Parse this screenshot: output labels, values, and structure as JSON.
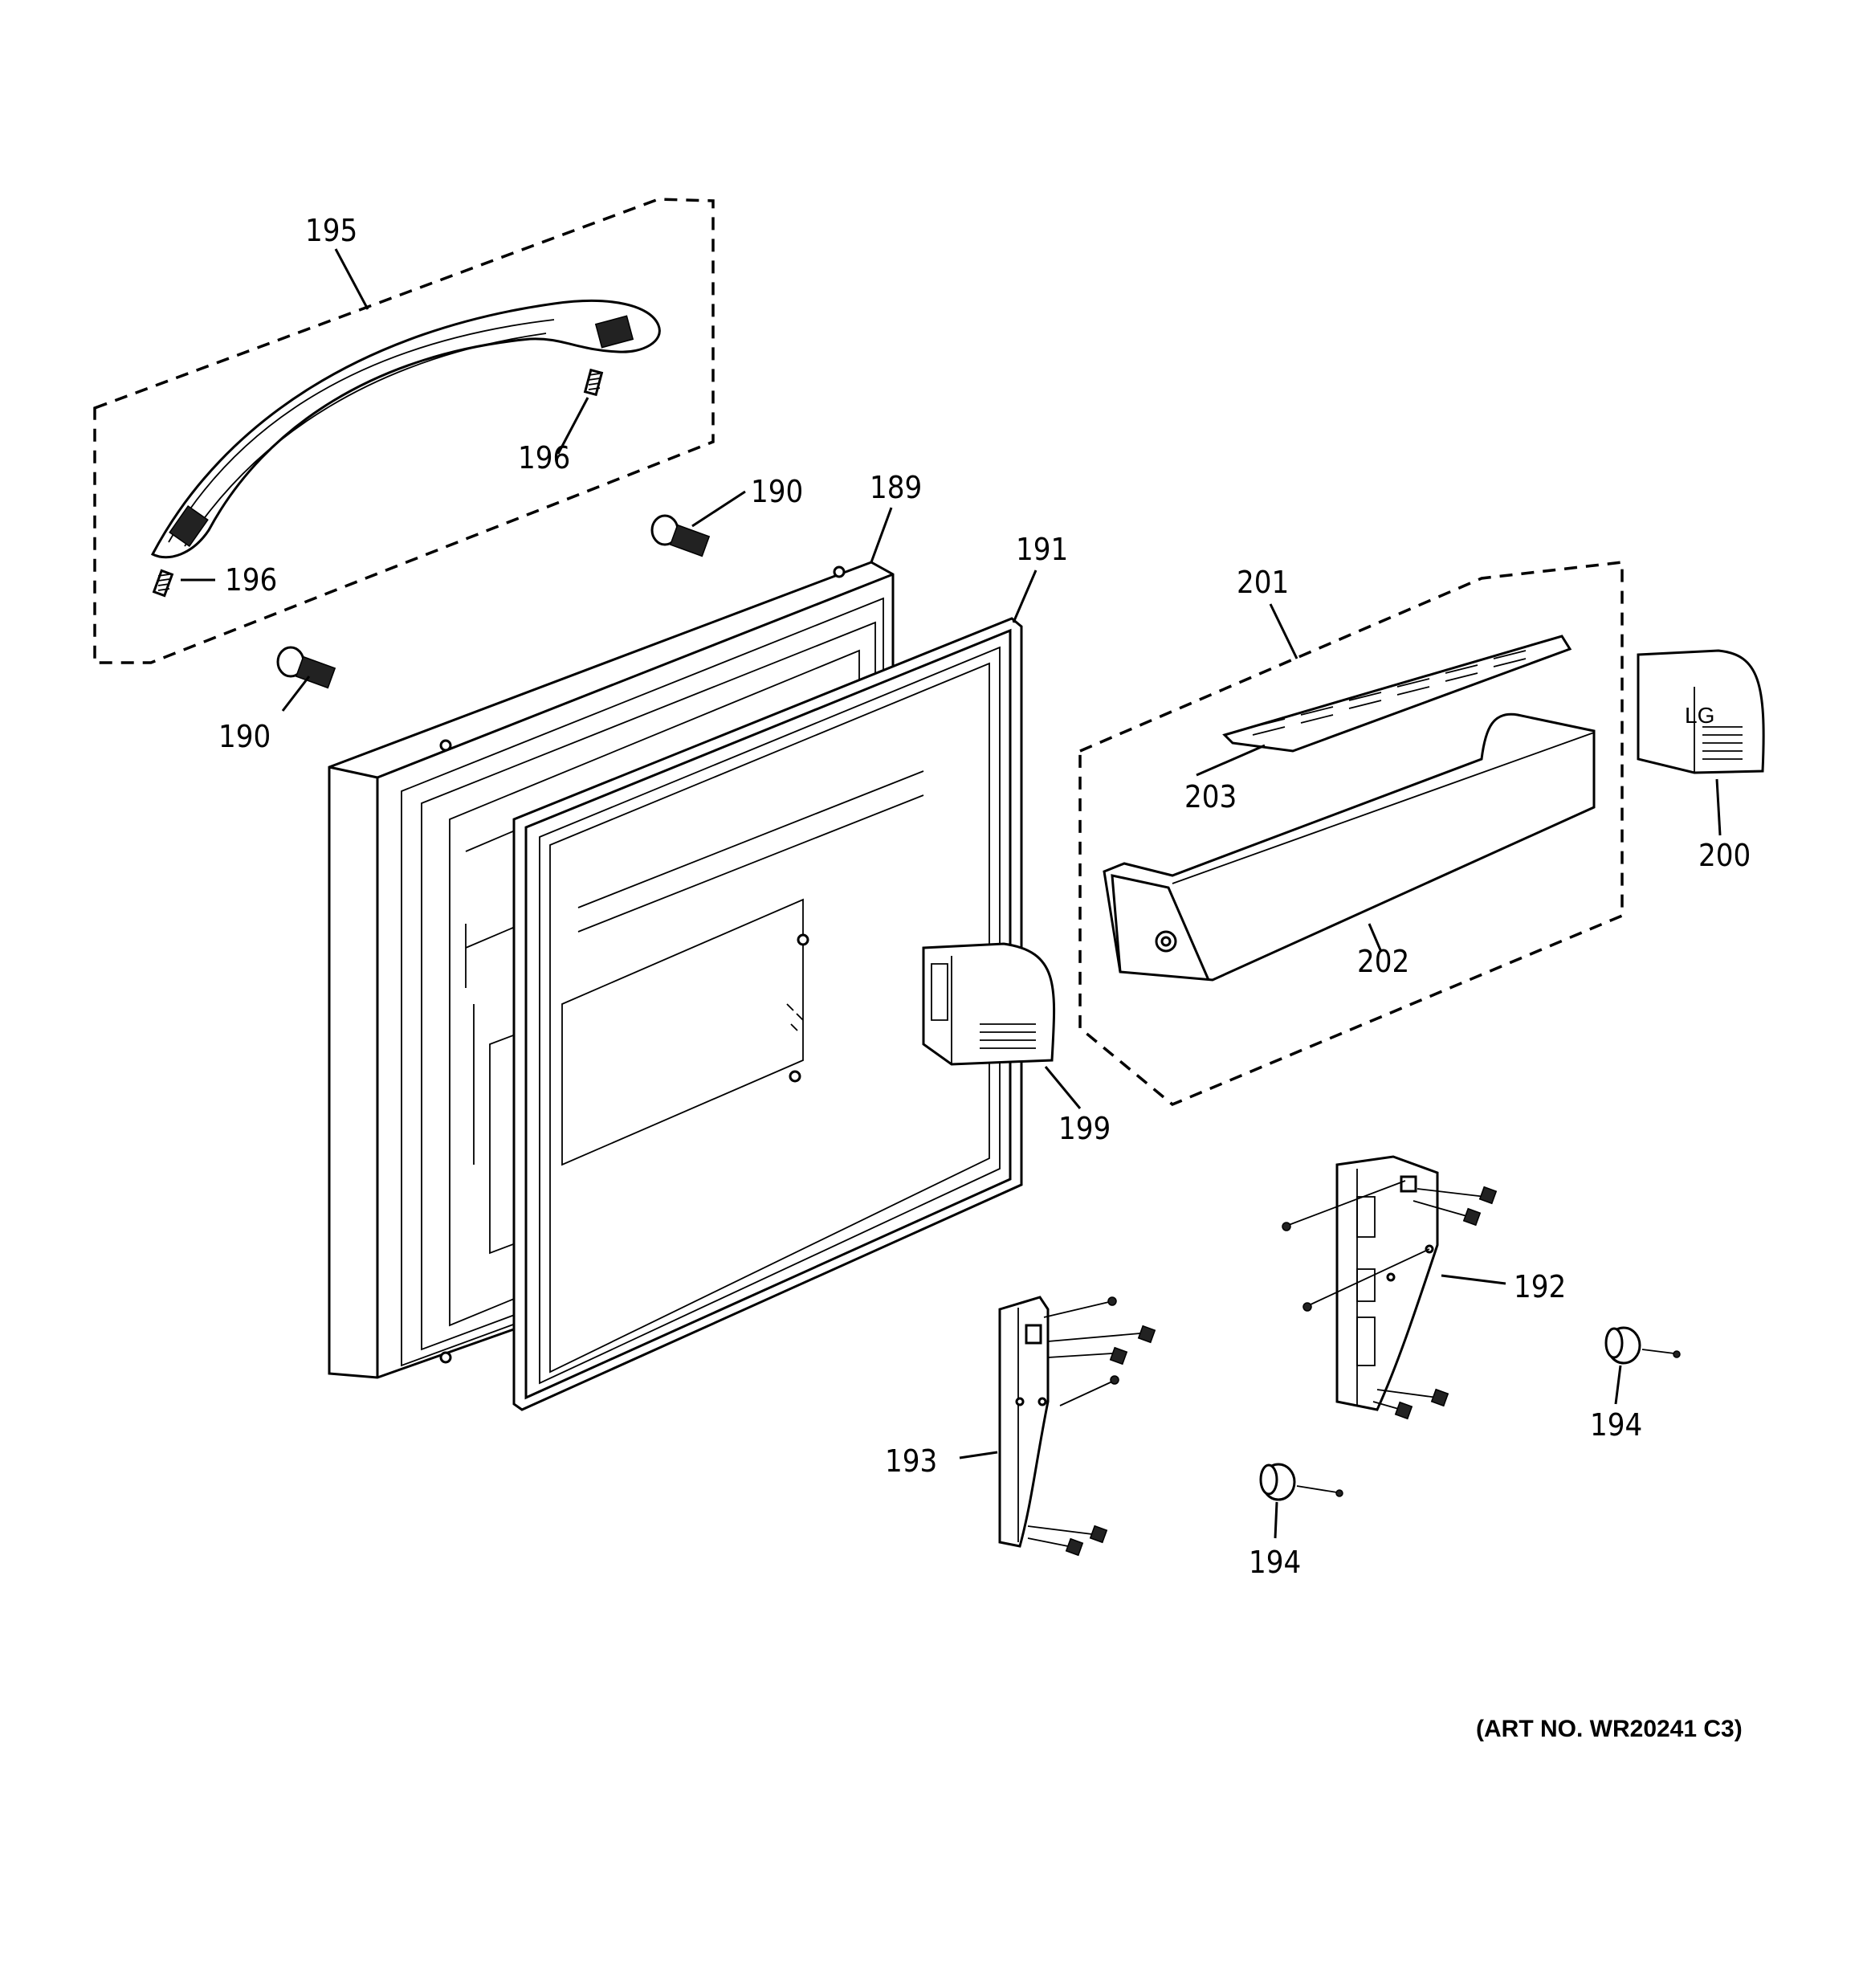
{
  "callouts": [
    {
      "id": "195",
      "text": "195"
    },
    {
      "id": "196a",
      "text": "196"
    },
    {
      "id": "196b",
      "text": "196"
    },
    {
      "id": "190a",
      "text": "190"
    },
    {
      "id": "190b",
      "text": "190"
    },
    {
      "id": "189",
      "text": "189"
    },
    {
      "id": "191",
      "text": "191"
    },
    {
      "id": "201",
      "text": "201"
    },
    {
      "id": "203",
      "text": "203"
    },
    {
      "id": "200",
      "text": "200"
    },
    {
      "id": "202",
      "text": "202"
    },
    {
      "id": "199",
      "text": "199"
    },
    {
      "id": "192",
      "text": "192"
    },
    {
      "id": "193",
      "text": "193"
    },
    {
      "id": "194a",
      "text": "194"
    },
    {
      "id": "194b",
      "text": "194"
    }
  ],
  "art_number": "(ART NO. WR20241 C3)",
  "logo_text": "LG"
}
